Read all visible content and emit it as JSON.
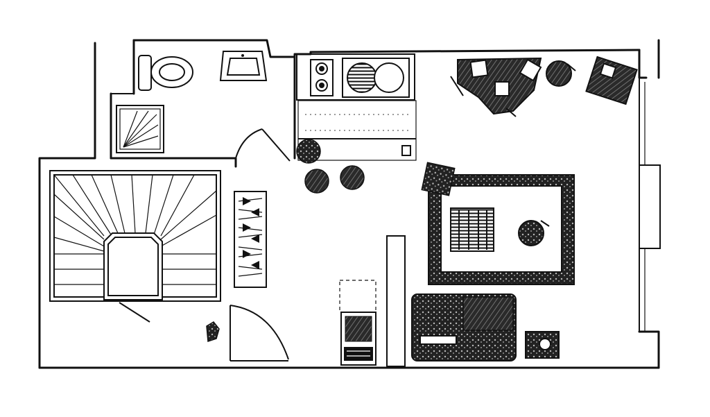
{
  "title": "",
  "colors": {
    "ink": "#111111",
    "paper": "#ffffff",
    "fill_dark": "#1c1c1c",
    "fill_mid": "#555555"
  },
  "rooms": [
    "bathroom",
    "kitchen",
    "stair-hall",
    "entrance",
    "living-room"
  ],
  "fixtures": [
    "toilet",
    "washbasin",
    "shower",
    "stove",
    "sink",
    "fridge",
    "fireplace"
  ],
  "furniture": [
    "dining-table",
    "dining-chair",
    "sofa",
    "coffee-table",
    "armchair",
    "rug",
    "side-table",
    "stool",
    "coat-rack",
    "plant"
  ]
}
